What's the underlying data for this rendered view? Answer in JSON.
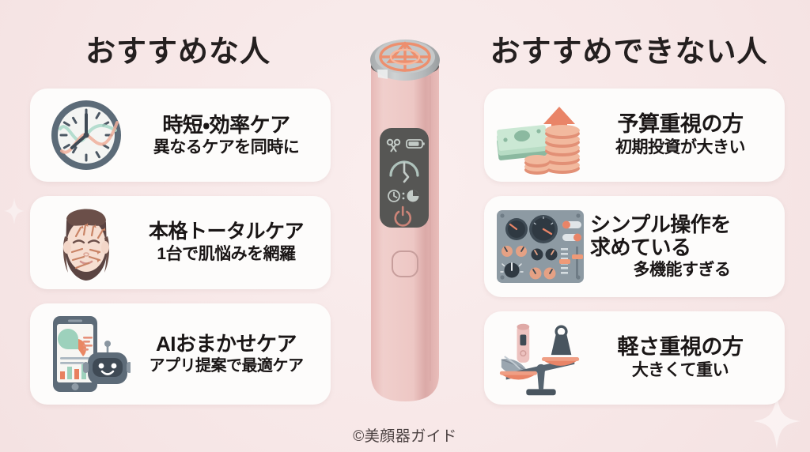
{
  "background_color": "#f8eaea",
  "accent_color": "#e8876b",
  "card_bg": "#fdfcfb",
  "text_color": "#1a1616",
  "columns": {
    "left": {
      "heading": "おすすめな人",
      "cards": [
        {
          "icon": "clock-icon",
          "title": "時短・効率ケア",
          "subtitle": "異なるケアを同時に"
        },
        {
          "icon": "face-massage-icon",
          "title": "本格トータルケア",
          "subtitle": "1台で肌悩みを網羅"
        },
        {
          "icon": "smartphone-ai-robot-icon",
          "title": "AIおまかせケア",
          "subtitle": "アプリ提案で最適ケア"
        }
      ]
    },
    "right": {
      "heading": "おすすめできない人",
      "cards": [
        {
          "icon": "money-coins-up-arrow-icon",
          "title": "予算重視の方",
          "subtitle": "初期投資が大きい"
        },
        {
          "icon": "control-panel-icon",
          "title_line1": "シンプル操作を",
          "title_line2": "求めている",
          "subtitle": "多機能すぎる"
        },
        {
          "icon": "balance-scale-icon",
          "title": "軽さ重視の方",
          "subtitle": "大きくて重い"
        }
      ]
    }
  },
  "device": {
    "name": "beauty-device",
    "body_color": "#e9bfbd",
    "head_color": "#b9bcbd",
    "glow_color": "#f08d6a",
    "screen_color": "#565654",
    "screen_icons": [
      "mode-icon",
      "battery-icon",
      "timer-gauge-icon",
      "clock-icon",
      "level-icon",
      "power-icon"
    ]
  },
  "footer": {
    "credit": "©美顔器ガイド"
  }
}
